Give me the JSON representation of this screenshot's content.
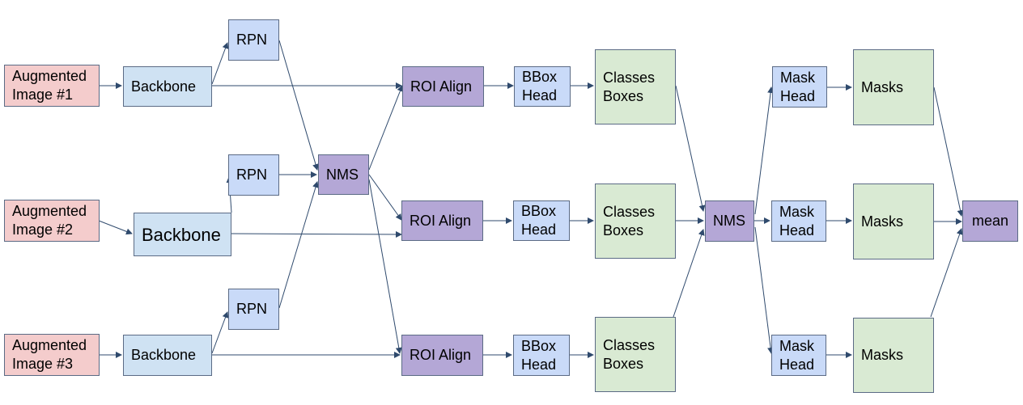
{
  "diagram": {
    "inputs": [
      "Augmented\nImage #1",
      "Augmented\nImage #2",
      "Augmented\nImage #3"
    ],
    "backbones": [
      "Backbone",
      "Backbone",
      "Backbone"
    ],
    "rpns": [
      "RPN",
      "RPN",
      "RPN"
    ],
    "nms_first": "NMS",
    "roi_aligns": [
      "ROI Align",
      "ROI Align",
      "ROI Align"
    ],
    "bbox_heads": [
      "BBox\nHead",
      "BBox\nHead",
      "BBox\nHead"
    ],
    "class_boxes": [
      "Classes\nBoxes",
      "Classes\nBoxes",
      "Classes\nBoxes"
    ],
    "nms_second": "NMS",
    "mask_heads": [
      "Mask\nHead",
      "Mask\nHead",
      "Mask\nHead"
    ],
    "masks": [
      "Masks",
      "Masks",
      "Masks"
    ],
    "mean": "mean"
  },
  "colors": {
    "input": "#f4cccc",
    "blue": "#c9daf8",
    "backbone": "#cfe2f3",
    "purple": "#b4a7d6",
    "green": "#d9ead3",
    "arrow": "#2f4a6d"
  }
}
